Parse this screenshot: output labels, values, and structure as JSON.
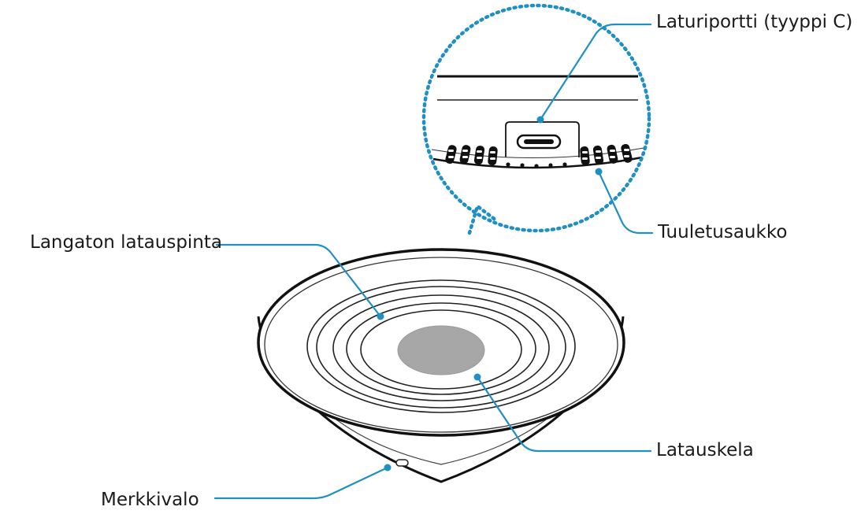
{
  "labels": {
    "charger_port": "Laturiportti (tyyppi C)",
    "vent": "Tuuletusaukko",
    "wireless_surface": "Langaton latauspinta",
    "charging_coil": "Latauskela",
    "indicator_light": "Merkkivalo"
  },
  "colors": {
    "leader_line": "#1f8fc4",
    "zoom_border": "#1f8fc4",
    "coil": "#a7a7a7",
    "outline": "#111111"
  }
}
